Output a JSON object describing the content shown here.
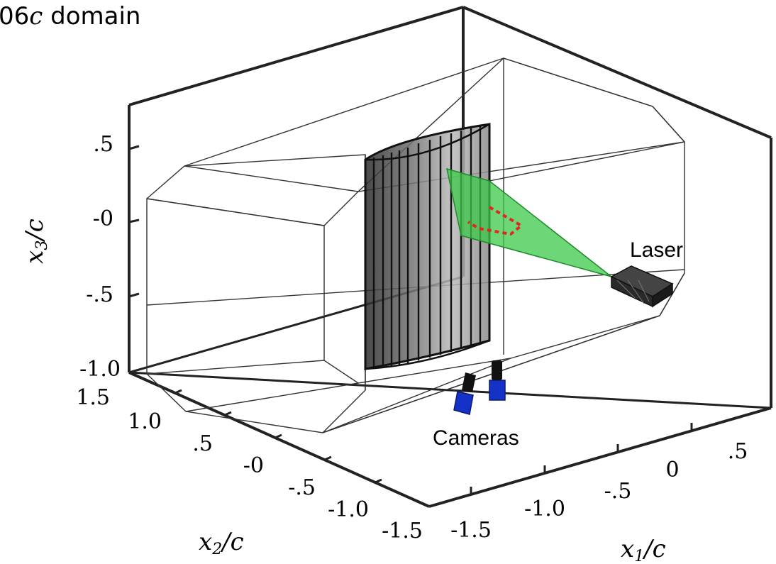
{
  "title": {
    "prefix": "06",
    "italic": "c",
    "suffix": " domain"
  },
  "labels": {
    "laser": "Laser",
    "cameras": "Cameras"
  },
  "axes": {
    "x3_label": "x3/c",
    "x2_label": "x2/c",
    "x1_label": "x1/c",
    "x3_ticks": [
      ".5",
      "-0",
      "-.5",
      "-1.0"
    ],
    "x2_ticks": [
      "1.5",
      "1.0",
      ".5",
      "-0",
      "-.5",
      "-1.0",
      "-1.5"
    ],
    "x1_ticks": [
      "-1.5",
      "-1.0",
      "-.5",
      "0",
      ".5"
    ]
  },
  "colors": {
    "frame": "#222222",
    "laser_sheet": "#3cc84a",
    "laser_dots": "#e0281e",
    "camera_body": "#1432c8",
    "wing": "#555555"
  },
  "icons": [
    "laser-device-icon",
    "camera-icon"
  ]
}
